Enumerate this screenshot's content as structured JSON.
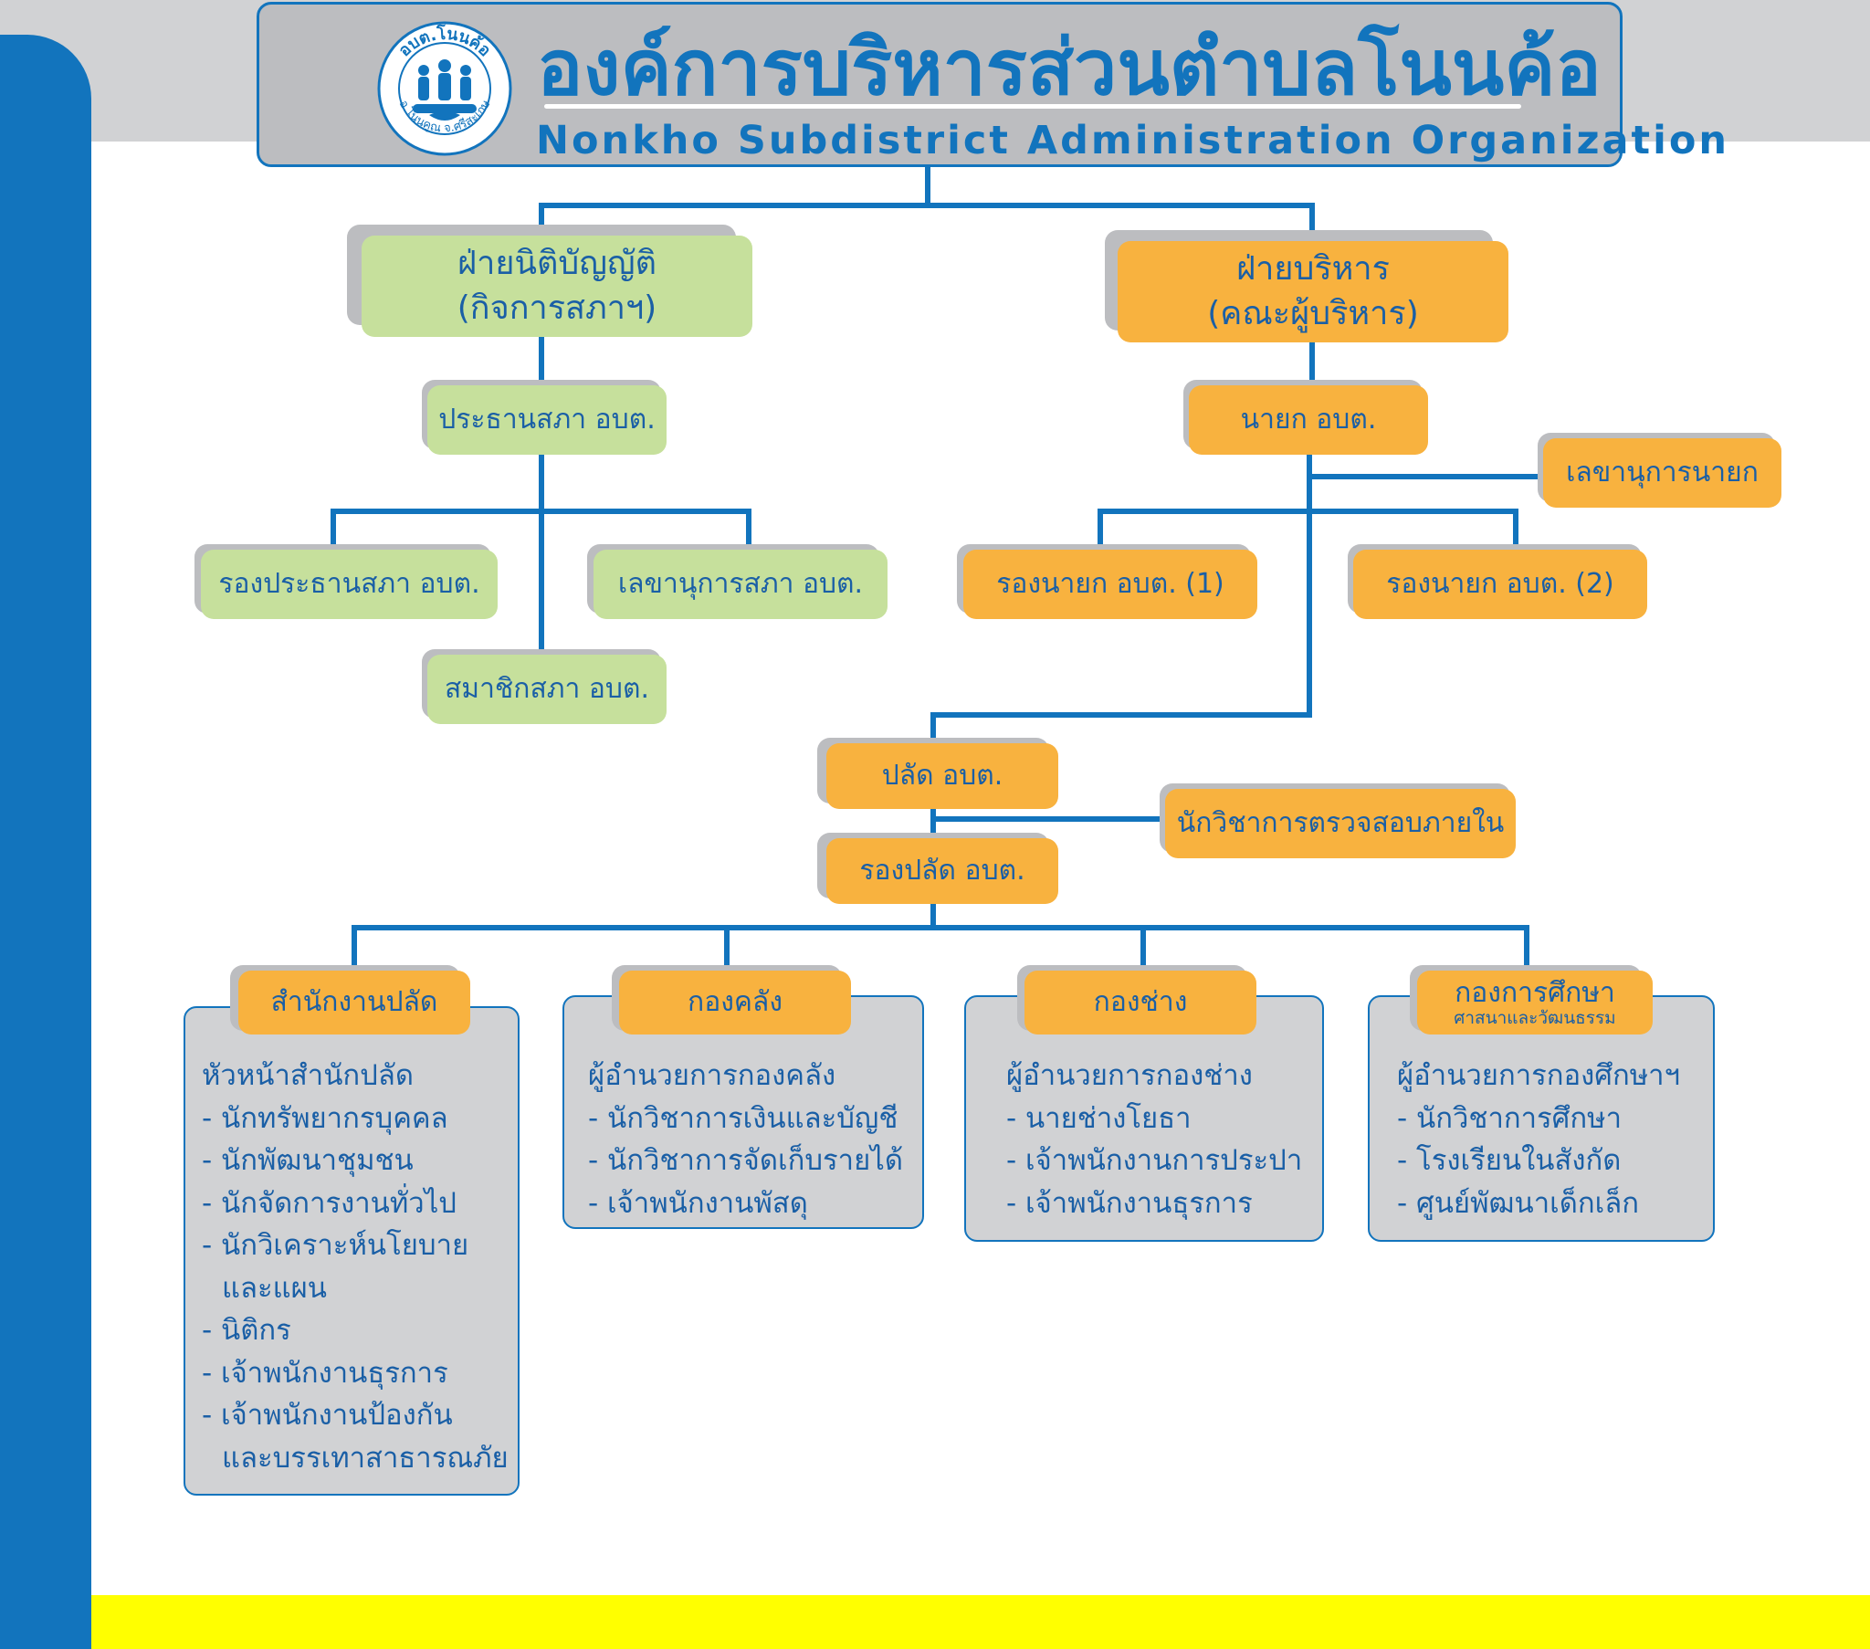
{
  "header": {
    "title_th": "องค์การบริหารส่วนตำบลโนนค้อ",
    "title_en": "Nonkho Subdistrict Administration Organization",
    "logo": {
      "top_text": "อบต.โนนค้อ",
      "bottom_text": "อ.โนนคูณ จ.ศรีสะเกษ"
    }
  },
  "legislative": {
    "branch_line1": "ฝ่ายนิติบัญญัติ",
    "branch_line2": "(กิจการสภาฯ)",
    "chairman": "ประธานสภา อบต.",
    "vice_chairman": "รองประธานสภา อบต.",
    "secretary": "เลขานุการสภา อบต.",
    "members": "สมาชิกสภา อบต."
  },
  "executive": {
    "branch_line1": "ฝ่ายบริหาร",
    "branch_line2": "(คณะผู้บริหาร)",
    "mayor": "นายก อบต.",
    "mayor_secretary": "เลขานุการนายก",
    "deputy_1": "รองนายก อบต. (1)",
    "deputy_2": "รองนายก อบต. (2)",
    "permanent_secretary": "ปลัด อบต.",
    "internal_auditor": "นักวิชาการตรวจสอบภายใน",
    "deputy_permanent_secretary": "รองปลัด อบต."
  },
  "departments": [
    {
      "name": "สำนักงานปลัด",
      "subtitle": "",
      "items": [
        "หัวหน้าสำนักปลัด",
        "- นักทรัพยากรบุคคล",
        "- นักพัฒนาชุมชน",
        "- นักจัดการงานทั่วไป",
        "- นักวิเคราะห์นโยบาย",
        "  และแผน",
        "- นิติกร",
        "- เจ้าพนักงานธุรการ",
        "- เจ้าพนักงานป้องกัน",
        "  และบรรเทาสาธารณภัย"
      ]
    },
    {
      "name": "กองคลัง",
      "subtitle": "",
      "items": [
        "ผู้อำนวยการกองคลัง",
        "- นักวิชาการเงินและบัญชี",
        "- นักวิชาการจัดเก็บรายได้",
        "- เจ้าพนักงานพัสดุ"
      ]
    },
    {
      "name": "กองช่าง",
      "subtitle": "",
      "items": [
        "ผู้อำนวยการกองช่าง",
        "- นายช่างโยธา",
        "- เจ้าพนักงานการประปา",
        "- เจ้าพนักงานธุรการ"
      ]
    },
    {
      "name": "กองการศึกษา",
      "subtitle": "ศาสนาและวัฒนธรรม",
      "items": [
        "ผู้อำนวยการกองศึกษาฯ",
        "- นักวิชาการศึกษา",
        "- โรงเรียนในสังกัด",
        "- ศูนย์พัฒนาเด็กเล็ก"
      ]
    }
  ],
  "colors": {
    "primary_blue": "#1274bd",
    "green_box": "#c6e09c",
    "orange_box": "#f8b23f",
    "gray_panel": "#d1d2d4",
    "yellow_band": "#ffff00"
  }
}
